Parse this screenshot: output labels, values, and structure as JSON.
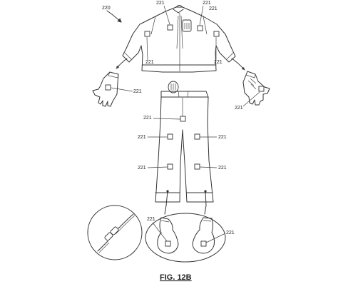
{
  "figure": {
    "caption": "FIG. 12B",
    "assembly_ref": "220",
    "sensor_ref": "221"
  },
  "components": {
    "jacket": {
      "name": "jacket"
    },
    "gloves": {
      "name": "gloves"
    },
    "pants": {
      "name": "pants"
    },
    "socks": {
      "name": "socks"
    },
    "connector_detail": {
      "name": "connector-detail"
    }
  }
}
